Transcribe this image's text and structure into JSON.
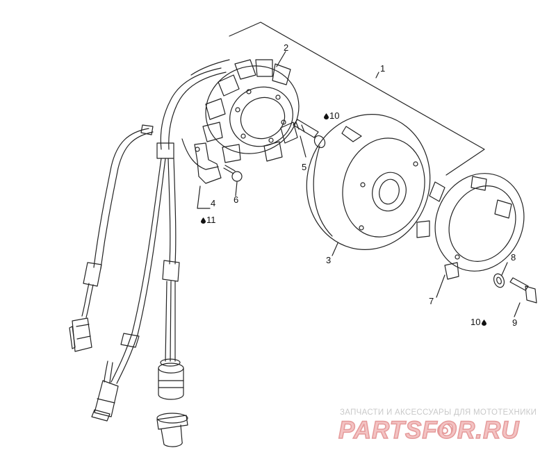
{
  "callouts": {
    "c1": "1",
    "c2": "2",
    "c3": "3",
    "c4": "4",
    "c5": "5",
    "c6": "6",
    "c7": "7",
    "c8": "8",
    "c9": "9",
    "c10a": "10",
    "c10b": "10",
    "c11": "11"
  },
  "watermark": {
    "tagline": "ЗАПЧАСТИ И АКСЕССУАРЫ ДЛЯ МОТОТЕХНИКИ",
    "logo": "PARTSFOR.RU"
  },
  "icons": {
    "lubricant": "oil-drop-icon"
  },
  "colors": {
    "line": "#222222",
    "watermark_text": "#c9c9c9",
    "watermark_logo": "#e59a9a"
  }
}
